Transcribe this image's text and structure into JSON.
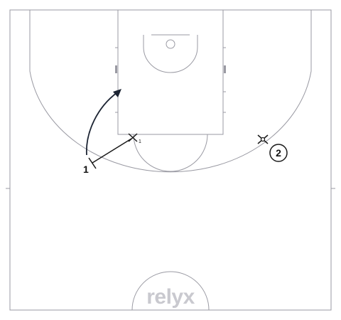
{
  "diagram": {
    "court_line_color": "#9a9aa3",
    "ink_color": "#1a1a1a",
    "watermark_color": "#c9c9cf",
    "watermark_text": "relyx"
  },
  "players": {
    "offense_1": {
      "label": "1",
      "icon": "offensive-player-marker"
    },
    "offense_2": {
      "label": "2",
      "icon": "offensive-player-circle"
    }
  },
  "defenders": {
    "defender_1": {
      "label": "X",
      "subscript": "1",
      "icon": "defender-x-marker"
    },
    "defender_2": {
      "icon": "defender-x-marker"
    }
  }
}
